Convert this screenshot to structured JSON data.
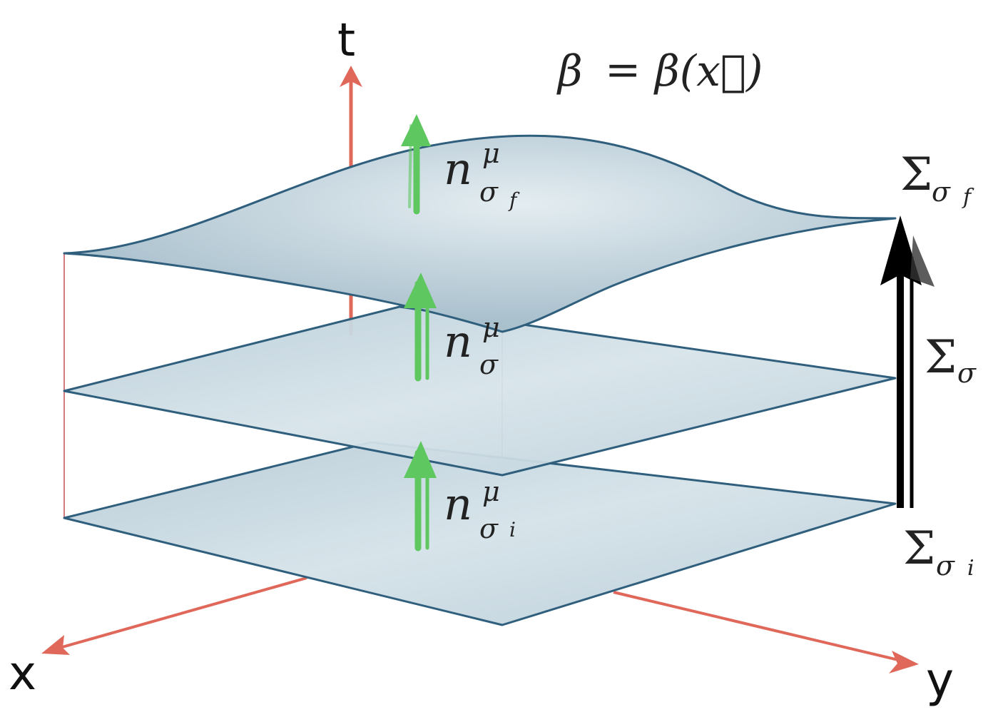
{
  "axes": {
    "t": "t",
    "x": "x",
    "y": "y"
  },
  "equation": {
    "lhs": "β",
    "eq": "=",
    "rhs": "β(x⃗)"
  },
  "normals": [
    {
      "base": "n",
      "sup": "μ",
      "sub": "σ",
      "subsub": "f"
    },
    {
      "base": "n",
      "sup": "μ",
      "sub": "σ",
      "subsub": ""
    },
    {
      "base": "n",
      "sup": "μ",
      "sub": "σ",
      "subsub": "i"
    }
  ],
  "surfaces": [
    {
      "base": "Σ",
      "sub": "σ",
      "subsub": "f"
    },
    {
      "base": "Σ",
      "sub": "σ",
      "subsub": ""
    },
    {
      "base": "Σ",
      "sub": "σ",
      "subsub": "i"
    }
  ],
  "colors": {
    "axis": "#e0685a",
    "surface_fill": "#c4d6de",
    "surface_edge": "#2f5f7d",
    "normal_arrow": "#5fc75f",
    "flow_arrow": "#000000"
  }
}
